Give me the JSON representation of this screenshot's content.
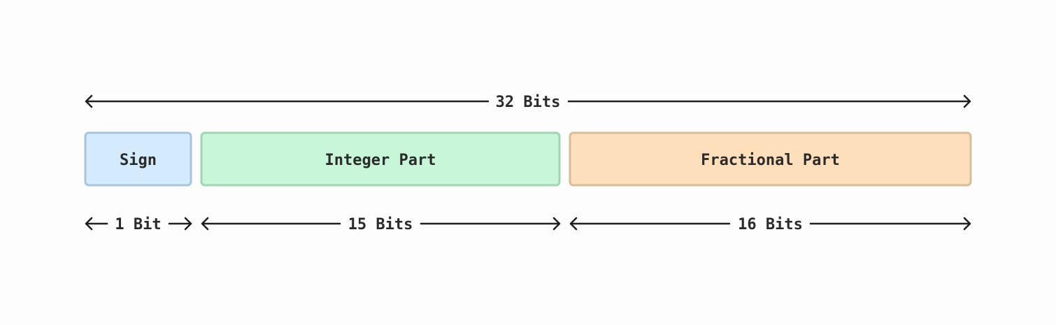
{
  "total": {
    "label": "32 Bits"
  },
  "fields": [
    {
      "id": "sign",
      "label": "Sign",
      "width_label": "1 Bit",
      "bits": 1,
      "fill": "#d3ebfd",
      "stroke": "#a9c4da"
    },
    {
      "id": "integer",
      "label": "Integer Part",
      "width_label": "15 Bits",
      "bits": 15,
      "fill": "#c7f6d9",
      "stroke": "#a2d5b2"
    },
    {
      "id": "fractional",
      "label": "Fractional Part",
      "width_label": "16 Bits",
      "bits": 16,
      "fill": "#fde0bb",
      "stroke": "#d8bd98"
    }
  ]
}
